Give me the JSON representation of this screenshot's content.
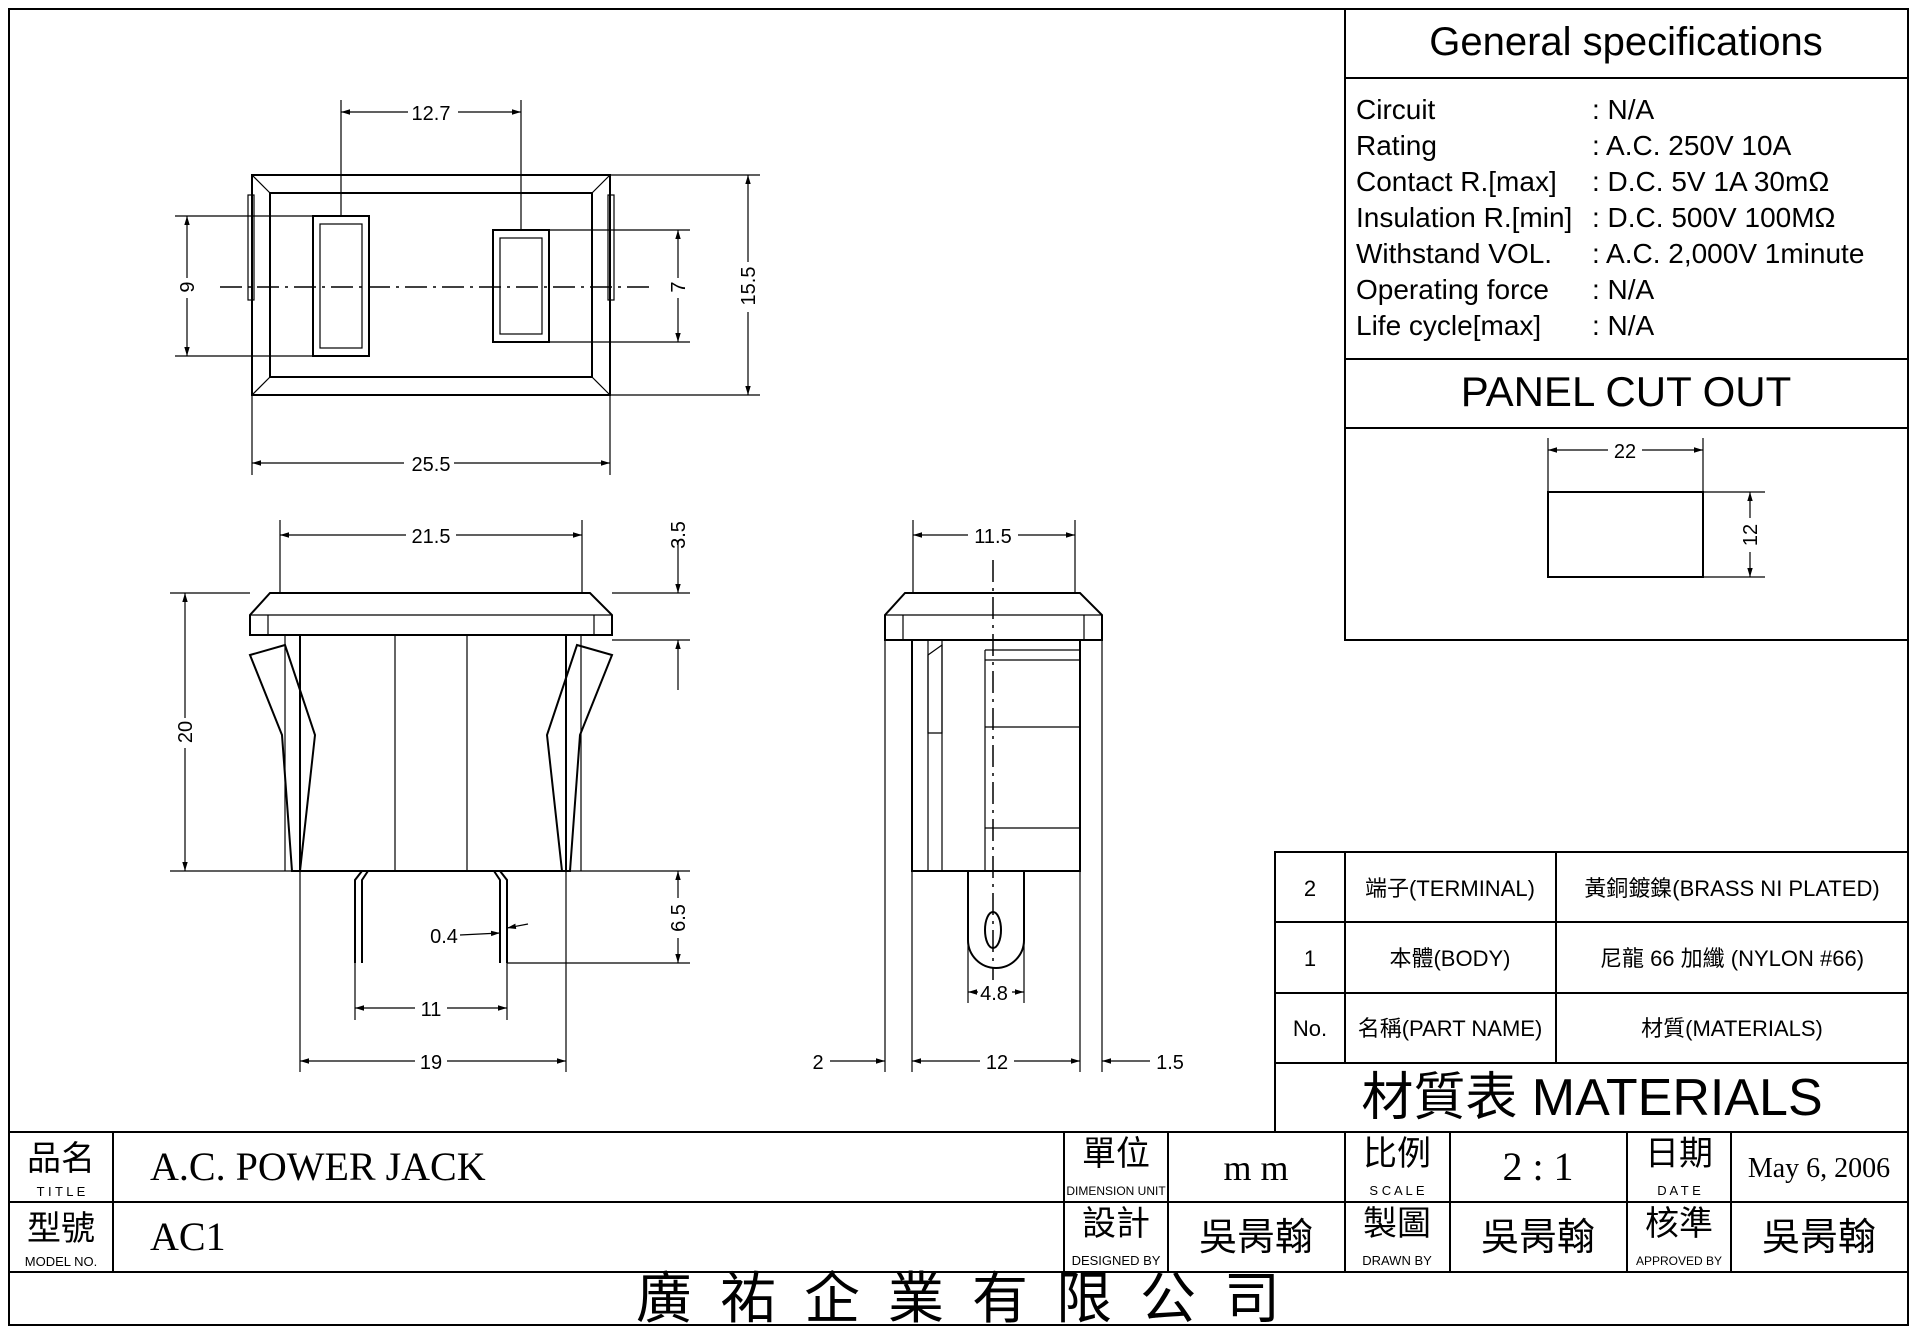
{
  "spec": {
    "title": "General specifications",
    "rows": [
      {
        "label": "Circuit",
        "value": ": N/A"
      },
      {
        "label": "Rating",
        "value": ": A.C. 250V 10A"
      },
      {
        "label": "Contact R.[max]",
        "value": ": D.C. 5V 1A 30mΩ"
      },
      {
        "label": "Insulation R.[min]",
        "value": ": D.C. 500V 100MΩ"
      },
      {
        "label": "Withstand VOL.",
        "value": ": A.C. 2,000V 1minute"
      },
      {
        "label": "Operating force",
        "value": ": N/A"
      },
      {
        "label": "Life cycle[max]",
        "value": ": N/A"
      }
    ]
  },
  "panel": {
    "title": "PANEL CUT OUT",
    "width": "22",
    "height": "12"
  },
  "dims": {
    "top_pitch": "12.7",
    "top_width": "25.5",
    "top_height": "15.5",
    "left_slot": "9",
    "right_slot": "7",
    "front_flange": "21.5",
    "flange_thk": "3.5",
    "body_height": "20",
    "pin_len": "6.5",
    "pin_thk": "0.4",
    "pin_pitch": "11",
    "body_width": "19",
    "side_flange": "11.5",
    "pin_width": "4.8",
    "left_offset": "2",
    "side_body": "12",
    "right_offset": "1.5"
  },
  "materials": {
    "rows": [
      {
        "no": "2",
        "name": "端子(TERMINAL)",
        "material": "黃銅鍍鎳(BRASS NI PLATED)"
      },
      {
        "no": "1",
        "name": "本體(BODY)",
        "material": "尼龍 66 加纖 (NYLON #66)"
      },
      {
        "no": "No.",
        "name": "名稱(PART NAME)",
        "material": "材質(MATERIALS)"
      }
    ],
    "title": "材質表 MATERIALS"
  },
  "titleblock": {
    "title_cn": "品名",
    "title_en": "T I T L E",
    "title_value": "A.C. POWER JACK",
    "model_cn": "型號",
    "model_en": "MODEL  NO.",
    "model_value": "AC1",
    "unit_cn": "單位",
    "unit_en": "DIMENSION UNIT",
    "unit_value": "m m",
    "scale_cn": "比例",
    "scale_en": "S C A L E",
    "scale_value": "2 : 1",
    "date_cn": "日期",
    "date_en": "D  A  T  E",
    "date_value": "May 6, 2006",
    "designed_cn": "設計",
    "designed_en": "DESIGNED BY",
    "designed_value": "吳昺翰",
    "drawn_cn": "製圖",
    "drawn_en": "DRAWN   BY",
    "drawn_value": "吳昺翰",
    "approved_cn": "核準",
    "approved_en": "APPROVED  BY",
    "approved_value": "吳昺翰",
    "company": "廣  祐  企  業  有  限  公  司"
  }
}
